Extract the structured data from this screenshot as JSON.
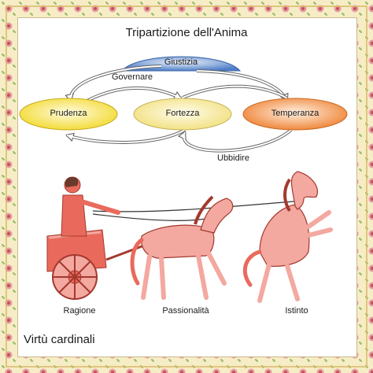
{
  "title": "Tripartizione dell'Anima",
  "subtitle": "Virtù cardinali",
  "virtues": {
    "justice": "Giustizia",
    "prudence": "Prudenza",
    "fortitude": "Fortezza",
    "temperance": "Temperanza"
  },
  "relations": {
    "govern": "Governare",
    "obey": "Ubbidire"
  },
  "figures": {
    "reason": "Ragione",
    "passion": "Passionalità",
    "instinct": "Istinto"
  },
  "colors": {
    "justice": "#4f7fc7",
    "prudence": "#f2df2a",
    "fortitude": "#f3e38a",
    "temperance": "#f08a3a",
    "figure_red": "#e96a5c",
    "figure_light": "#f3a8a0"
  }
}
